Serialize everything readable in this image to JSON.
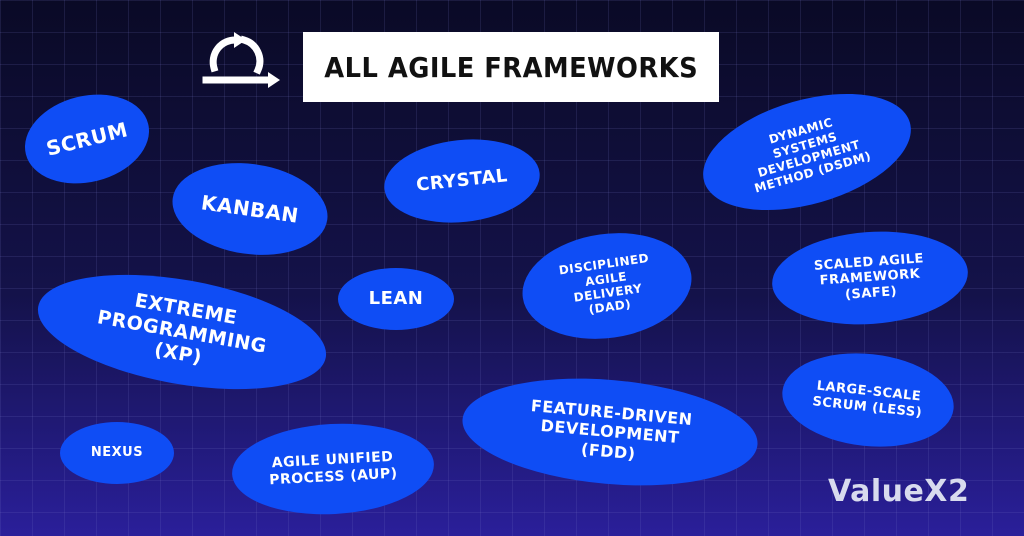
{
  "title": "ALL AGILE FRAMEWORKS",
  "brand": "ValueX2",
  "icons": {
    "logo": "agile-cycle-icon"
  },
  "colors": {
    "pill": "#0f4df5",
    "background": "#0c0a2a",
    "title_bg": "#ffffff"
  },
  "frameworks": {
    "scrum": "SCRUM",
    "kanban": "KANBAN",
    "crystal": "CRYSTAL",
    "dsdm": "DYNAMIC SYSTEMS DEVELOPMENT METHOD (DSDM)",
    "lean": "LEAN",
    "dad": "DISCIPLINED AGILE DELIVERY (DAD)",
    "safe": "SCALED AGILE FRAMEWORK (SAFE)",
    "xp": "EXTREME PROGRAMMING (XP)",
    "less": "LARGE-SCALE SCRUM (LESS)",
    "fdd": "FEATURE-DRIVEN DEVELOPMENT (FDD)",
    "nexus": "NEXUS",
    "aup": "AGILE UNIFIED PROCESS (AUP)"
  }
}
